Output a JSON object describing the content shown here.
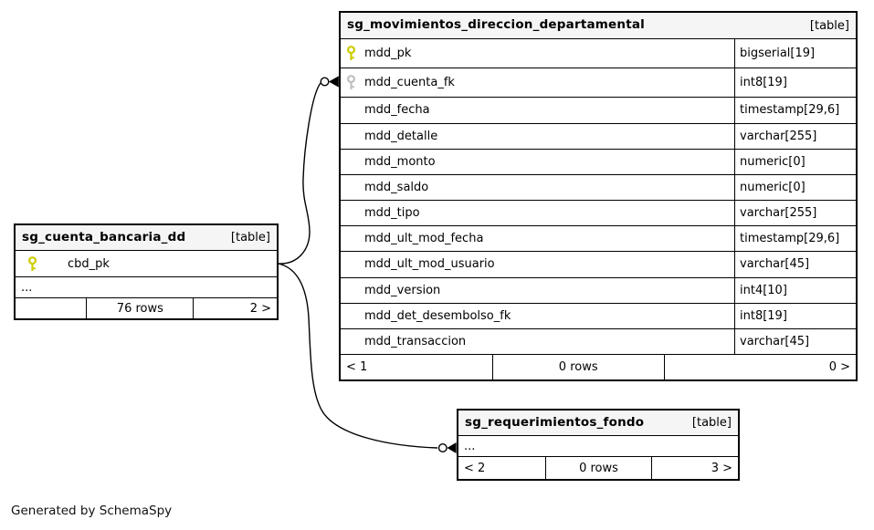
{
  "page": {
    "caption": "Generated by SchemaSpy"
  },
  "colors": {
    "header_bg": "#f5f5f5",
    "border": "#000000",
    "pk_key": "#cccc00",
    "fk_key": "#c0c0c0"
  },
  "tables": {
    "movimientos": {
      "name": "sg_movimientos_direccion_departamental",
      "kind": "[table]",
      "columns": [
        {
          "name": "mdd_pk",
          "type": "bigserial[19]",
          "key": "primary"
        },
        {
          "name": "mdd_cuenta_fk",
          "type": "int8[19]",
          "key": "foreign"
        },
        {
          "name": "mdd_fecha",
          "type": "timestamp[29,6]"
        },
        {
          "name": "mdd_detalle",
          "type": "varchar[255]"
        },
        {
          "name": "mdd_monto",
          "type": "numeric[0]"
        },
        {
          "name": "mdd_saldo",
          "type": "numeric[0]"
        },
        {
          "name": "mdd_tipo",
          "type": "varchar[255]"
        },
        {
          "name": "mdd_ult_mod_fecha",
          "type": "timestamp[29,6]"
        },
        {
          "name": "mdd_ult_mod_usuario",
          "type": "varchar[45]"
        },
        {
          "name": "mdd_version",
          "type": "int4[10]"
        },
        {
          "name": "mdd_det_desembolso_fk",
          "type": "int8[19]"
        },
        {
          "name": "mdd_transaccion",
          "type": "varchar[45]"
        }
      ],
      "footer": {
        "left": "< 1",
        "center": "0 rows",
        "right": "0 >"
      }
    },
    "cuenta": {
      "name": "sg_cuenta_bancaria_dd",
      "kind": "[table]",
      "columns": [
        {
          "name": "cbd_pk",
          "key": "primary"
        }
      ],
      "ellipsis": "...",
      "footer": {
        "left": "",
        "center": "76 rows",
        "right": "2 >"
      }
    },
    "requerimientos": {
      "name": "sg_requerimientos_fondo",
      "kind": "[table]",
      "ellipsis": "...",
      "footer": {
        "left": "< 2",
        "center": "0 rows",
        "right": "3 >"
      }
    }
  },
  "relationships": [
    {
      "from": "sg_cuenta_bancaria_dd.cbd_pk",
      "to": "sg_movimientos_direccion_departamental.mdd_cuenta_fk"
    },
    {
      "from": "sg_cuenta_bancaria_dd.cbd_pk",
      "to": "sg_requerimientos_fondo"
    }
  ]
}
